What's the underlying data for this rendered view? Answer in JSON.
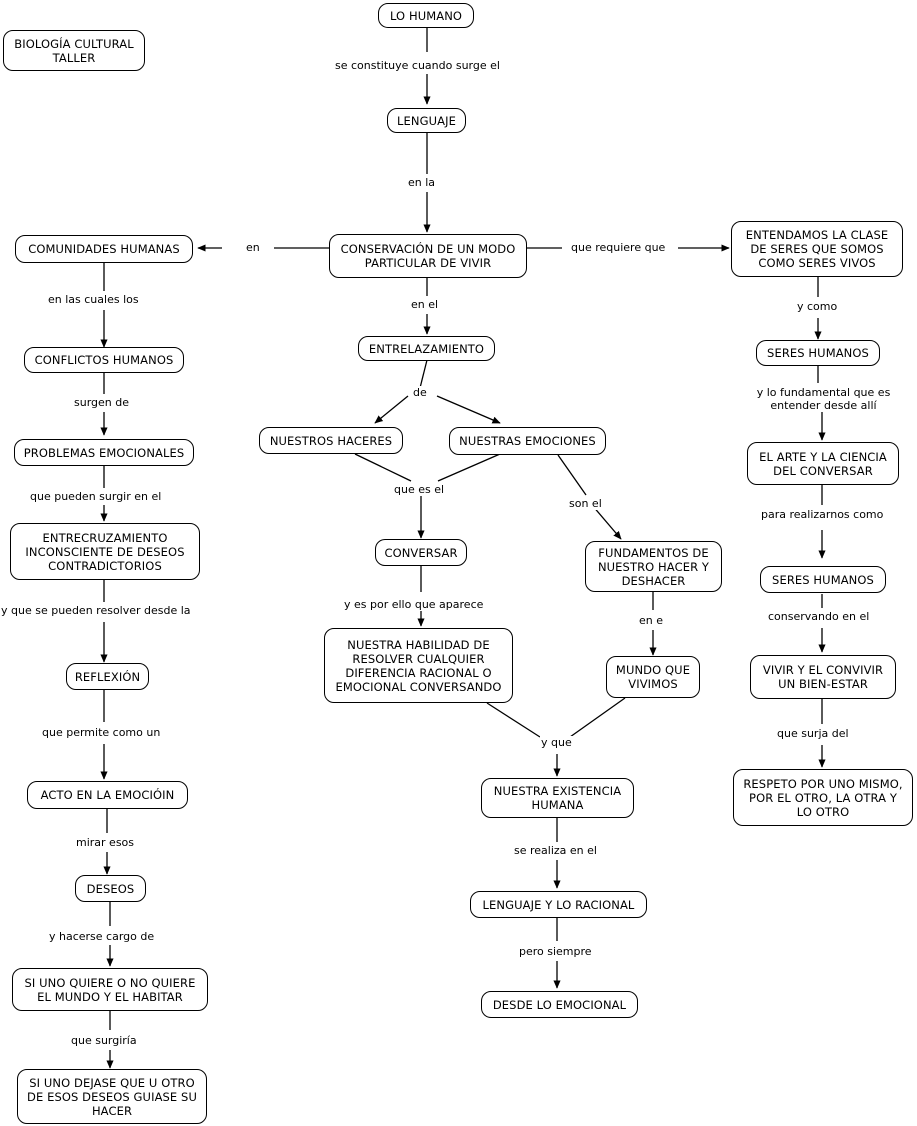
{
  "diagram": {
    "title_box": "BIOLOGÍA CULTURAL\nTALLER",
    "type": "concept-map",
    "background": "#ffffff",
    "stroke": "#000000"
  },
  "nodes": [
    {
      "id": "titulo",
      "text": "BIOLOGÍA CULTURAL TALLER"
    },
    {
      "id": "lo_humano",
      "text": "LO HUMANO"
    },
    {
      "id": "lenguaje",
      "text": "LENGUAJE"
    },
    {
      "id": "conservacion",
      "text": "CONSERVACIÓN DE UN MODO PARTICULAR DE VIVIR"
    },
    {
      "id": "comunidades",
      "text": "COMUNIDADES HUMANAS"
    },
    {
      "id": "conflictos",
      "text": "CONFLICTOS HUMANOS"
    },
    {
      "id": "problemas",
      "text": "PROBLEMAS EMOCIONALES"
    },
    {
      "id": "entrecruz",
      "text": "ENTRECRUZAMIENTO INCONSCIENTE DE DESEOS CONTRADICTORIOS"
    },
    {
      "id": "reflexion",
      "text": "REFLEXIÓN"
    },
    {
      "id": "acto",
      "text": "ACTO EN LA EMOCIÓIN"
    },
    {
      "id": "deseos",
      "text": "DESEOS"
    },
    {
      "id": "si_uno_quiere",
      "text": "SI UNO QUIERE O NO QUIERE EL MUNDO Y EL HABITAR"
    },
    {
      "id": "si_uno_dejase",
      "text": "SI UNO DEJASE QUE U OTRO DE ESOS DESEOS GUIASE SU HACER"
    },
    {
      "id": "entrelaza",
      "text": "ENTRELAZAMIENTO"
    },
    {
      "id": "haceres",
      "text": "NUESTROS HACERES"
    },
    {
      "id": "emociones",
      "text": "NUESTRAS EMOCIONES"
    },
    {
      "id": "conversar",
      "text": "CONVERSAR"
    },
    {
      "id": "habilidad",
      "text": "NUESTRA HABILIDAD DE RESOLVER CUALQUIER DIFERENCIA RACIONAL O EMOCIONAL CONVERSANDO"
    },
    {
      "id": "fundamentos",
      "text": "FUNDAMENTOS DE NUESTRO HACER Y DESHACER"
    },
    {
      "id": "mundo",
      "text": "MUNDO QUE VIVIMOS"
    },
    {
      "id": "existencia",
      "text": "NUESTRA EXISTENCIA HUMANA"
    },
    {
      "id": "leng_racional",
      "text": "LENGUAJE Y LO RACIONAL"
    },
    {
      "id": "desde_emo",
      "text": "DESDE LO EMOCIONAL"
    },
    {
      "id": "entendamos",
      "text": "ENTENDAMOS LA CLASE DE SERES QUE SOMOS COMO SERES VIVOS"
    },
    {
      "id": "seres1",
      "text": "SERES HUMANOS"
    },
    {
      "id": "arte_ciencia",
      "text": "EL ARTE Y LA CIENCIA DEL CONVERSAR"
    },
    {
      "id": "seres2",
      "text": "SERES HUMANOS"
    },
    {
      "id": "vivir",
      "text": "VIVIR Y EL CONVIVIR UN BIEN-ESTAR"
    },
    {
      "id": "respeto",
      "text": "RESPETO POR UNO MISMO, POR EL OTRO, LA OTRA Y LO OTRO"
    }
  ],
  "edge_labels": [
    {
      "id": "l_constituye",
      "text": "se constituye cuando surge el"
    },
    {
      "id": "l_en_la",
      "text": "en la"
    },
    {
      "id": "l_en",
      "text": "en"
    },
    {
      "id": "l_requiere",
      "text": "que requiere que"
    },
    {
      "id": "l_en_el",
      "text": "en el"
    },
    {
      "id": "l_en_las",
      "text": "en las cuales los"
    },
    {
      "id": "l_surgen",
      "text": "surgen de"
    },
    {
      "id": "l_pueden",
      "text": "que pueden surgir en el"
    },
    {
      "id": "l_resolver",
      "text": "y que se pueden resolver desde la"
    },
    {
      "id": "l_permite",
      "text": "que permite como un"
    },
    {
      "id": "l_mirar",
      "text": "mirar esos"
    },
    {
      "id": "l_hacerse",
      "text": "y hacerse cargo de"
    },
    {
      "id": "l_surgiria",
      "text": "que surgiría"
    },
    {
      "id": "l_de",
      "text": "de"
    },
    {
      "id": "l_que_es_el",
      "text": "que es el"
    },
    {
      "id": "l_son_el",
      "text": "son el"
    },
    {
      "id": "l_por_ello",
      "text": "y es por ello que aparece"
    },
    {
      "id": "l_en_e",
      "text": "en e"
    },
    {
      "id": "l_y_que",
      "text": "y que"
    },
    {
      "id": "l_se_realiza",
      "text": "se realiza en el"
    },
    {
      "id": "l_pero",
      "text": "pero siempre"
    },
    {
      "id": "l_y_como",
      "text": "y como"
    },
    {
      "id": "l_fundamental",
      "text": "y lo fundamental que es entender desde allí"
    },
    {
      "id": "l_realizarnos",
      "text": "para realizarnos como"
    },
    {
      "id": "l_conservando",
      "text": "conservando en el"
    },
    {
      "id": "l_surja",
      "text": "que surja del"
    }
  ]
}
